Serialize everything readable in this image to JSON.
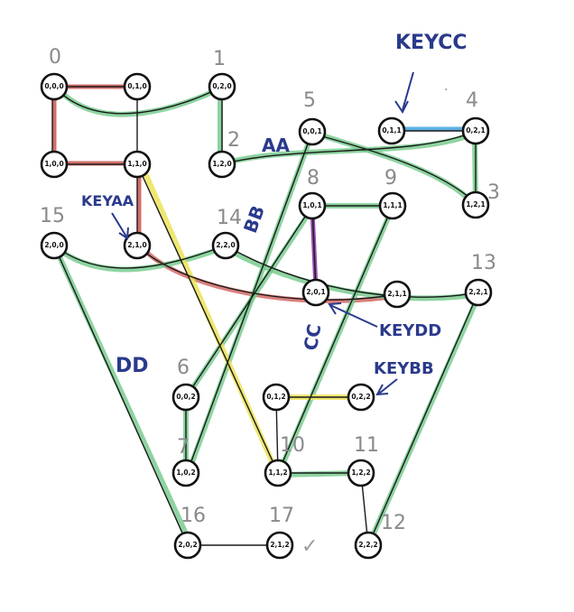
{
  "colors": {
    "red": "#c94a44",
    "green": "#72c98a",
    "yellow": "#ece35a",
    "blue": "#4aa8e0",
    "purple": "#8a3aa8",
    "ink": "#2a3a8c"
  },
  "nodes": {
    "n000": "0,0,0",
    "n010": "0,1,0",
    "n020": "0,2,0",
    "n100": "1,0,0",
    "n110": "1,1,0",
    "n120": "1,2,0",
    "n001": "0,0,1",
    "n011": "0,1,1",
    "n021": "0,2,1",
    "n121": "1,2,1",
    "n101": "1,0,1",
    "n111": "1,1,1",
    "n200": "2,0,0",
    "n210": "2,1,0",
    "n220": "2,2,0",
    "n201": "2,0,1",
    "n211": "2,1,1",
    "n221": "2,2,1",
    "n002": "0,0,2",
    "n012": "0,1,2",
    "n022": "0,2,2",
    "n102": "1,0,2",
    "n112": "1,1,2",
    "n122": "1,2,2",
    "n202": "2,0,2",
    "n212": "2,1,2",
    "n222": "2,2,2"
  },
  "numbers": {
    "n0": "0",
    "n1": "1",
    "n2": "2",
    "n3": "3",
    "n4": "4",
    "n5": "5",
    "n6": "6",
    "n7": "7",
    "n8": "8",
    "n9": "9",
    "n10": "10",
    "n11": "11",
    "n12": "12",
    "n13": "13",
    "n14": "14",
    "n15": "15",
    "n16": "16",
    "n17": "17"
  },
  "annotations": {
    "aa": "AA",
    "bb": "BB",
    "cc": "CC",
    "dd": "DD",
    "keycc": "KEYCC",
    "keyaa": "KEYAA",
    "keydd": "KEYDD",
    "keybb": "KEYBB",
    "check": "✓"
  }
}
